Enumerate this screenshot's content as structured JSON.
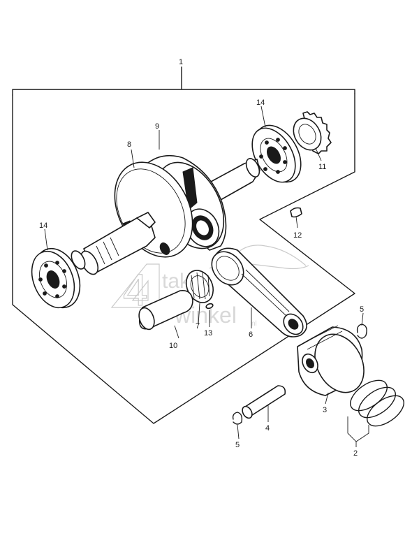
{
  "diagram": {
    "labels": {
      "l1": "1",
      "l2": "2",
      "l3": "3",
      "l4": "4",
      "l5a": "5",
      "l5b": "5",
      "l6": "6",
      "l7": "7",
      "l8": "8",
      "l9": "9",
      "l10": "10",
      "l11": "11",
      "l12": "12",
      "l13": "13",
      "l14a": "14",
      "l14b": "14"
    },
    "watermark": {
      "logo_numeral": "4",
      "line1": "takt",
      "line2": "winkel",
      "suffix": "nl"
    },
    "colors": {
      "line": "#1a1a1a",
      "background": "#ffffff",
      "watermark": "#c8c8c8"
    }
  }
}
